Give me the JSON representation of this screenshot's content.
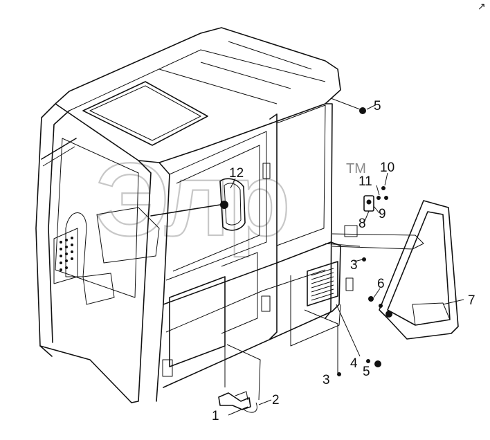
{
  "diagram": {
    "callouts": [
      "1",
      "2",
      "3",
      "3",
      "3",
      "4",
      "5",
      "5",
      "6",
      "7",
      "8",
      "9",
      "10",
      "11",
      "12"
    ],
    "watermark": {
      "text": "Элр",
      "trademark": "TM"
    },
    "corner_mark": "↗"
  }
}
